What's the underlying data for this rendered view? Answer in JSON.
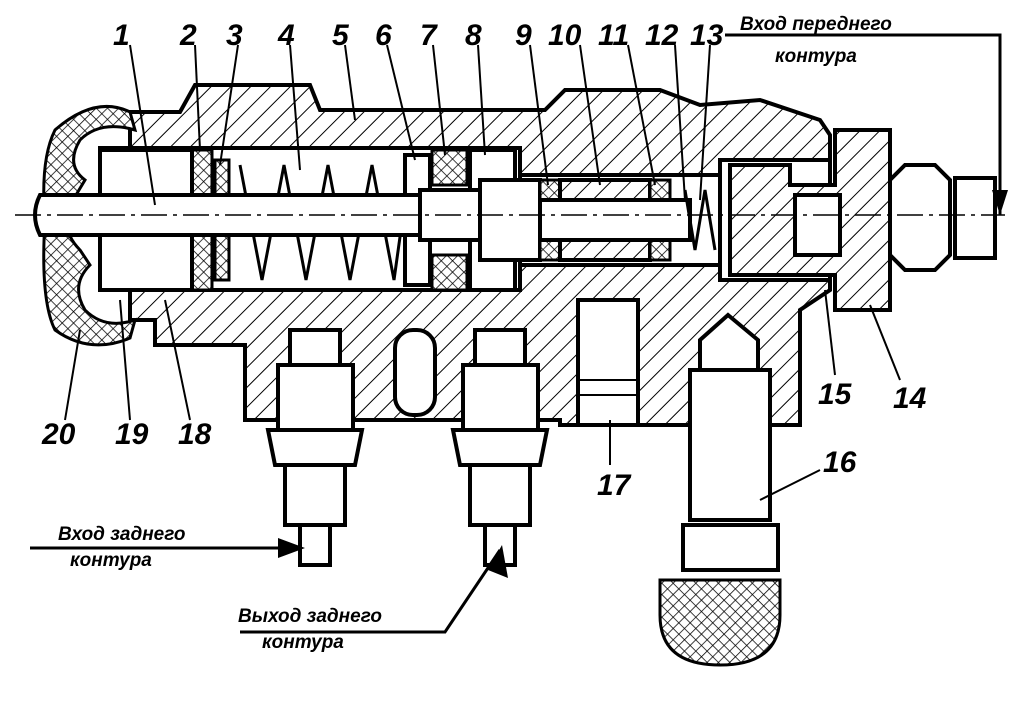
{
  "callouts": [
    "1",
    "2",
    "3",
    "4",
    "5",
    "6",
    "7",
    "8",
    "9",
    "10",
    "11",
    "12",
    "13",
    "14",
    "15",
    "16",
    "17",
    "18",
    "19",
    "20"
  ],
  "labels": {
    "front_inlet": [
      "Вход переднего",
      "контура"
    ],
    "rear_inlet": [
      "Вход заднего",
      "контура"
    ],
    "rear_outlet": [
      "Выход заднего",
      "контура"
    ]
  },
  "colors": {
    "ink": "#000000",
    "paper": "#ffffff"
  }
}
